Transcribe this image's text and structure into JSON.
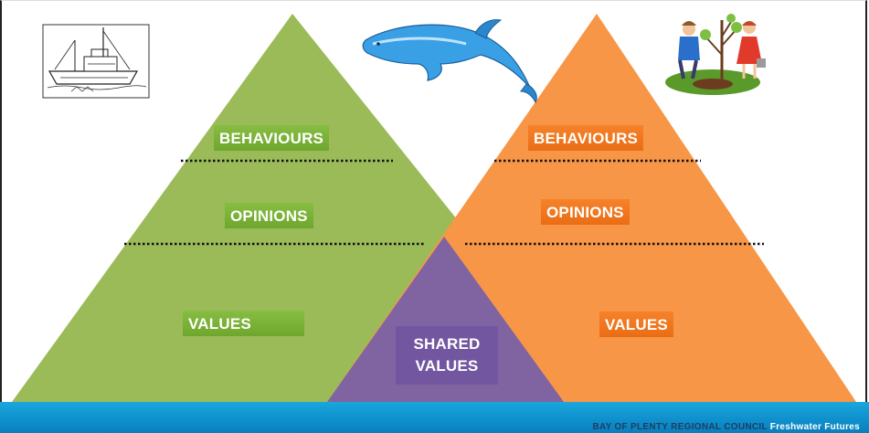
{
  "left_pyramid": {
    "color": "#9bbb59",
    "labels": {
      "behaviours": "BEHAVIOURS",
      "opinions": "OPINIONS",
      "values": "VALUES"
    }
  },
  "right_pyramid": {
    "color": "#f79646",
    "labels": {
      "behaviours": "BEHAVIOURS",
      "opinions": "OPINIONS",
      "values": "VALUES"
    }
  },
  "shared": {
    "color": "#8064a2",
    "line1": "SHARED",
    "line2": "VALUES"
  },
  "images": [
    "fishing-boat-sketch",
    "dolphin-clipart",
    "children-planting-tree-clipart"
  ],
  "footer": {
    "org": "BAY OF PLENTY REGIONAL COUNCIL",
    "programme": "Freshwater Futures",
    "color": "#1aa6dc"
  }
}
